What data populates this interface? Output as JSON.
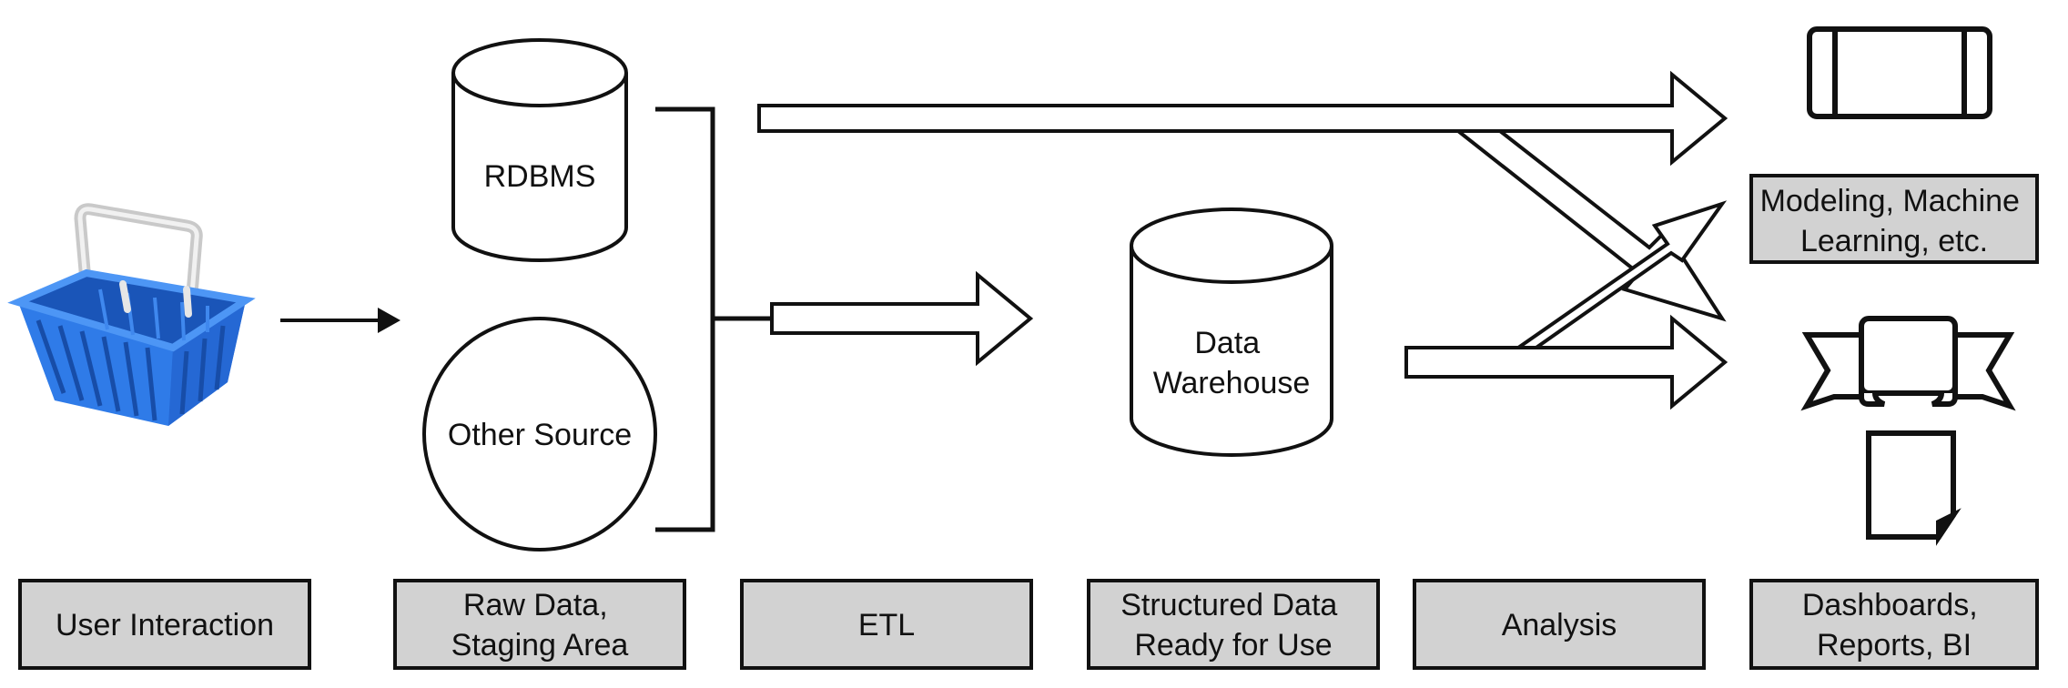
{
  "nodes": {
    "rdbms": "RDBMS",
    "other_source": "Other Source",
    "data_warehouse": [
      "Data",
      "Warehouse"
    ],
    "modeling": [
      "Modeling, Machine",
      "Learning, etc."
    ]
  },
  "stages": {
    "user_interaction": [
      "User Interaction"
    ],
    "raw_data": [
      "Raw Data,",
      "Staging Area"
    ],
    "etl": [
      "ETL"
    ],
    "structured_data": [
      "Structured Data",
      "Ready for Use"
    ],
    "analysis": [
      "Analysis"
    ],
    "dashboards": [
      "Dashboards,",
      "Reports, BI"
    ]
  },
  "icons": {
    "basket": "shopping-basket-icon",
    "screen": "display-screen-icon",
    "banner": "dashboard-banner-icon",
    "page": "report-page-icon"
  },
  "colors": {
    "stroke": "#111111",
    "label_fill": "#d2d2d2",
    "basket_blue": "#2f7be8",
    "basket_dark": "#1a55b8",
    "handle": "#d8d8d8"
  }
}
